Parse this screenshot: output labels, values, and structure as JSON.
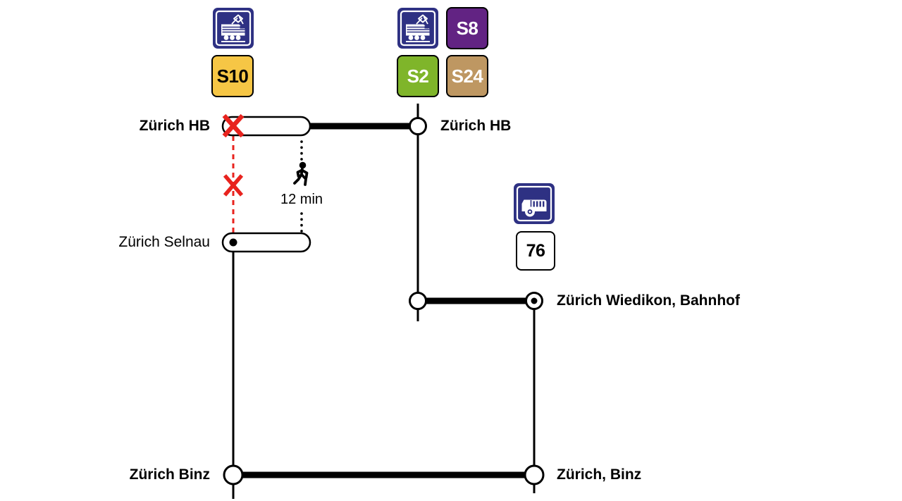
{
  "stations": {
    "hb_left": "Zürich HB",
    "hb_right": "Zürich HB",
    "selnau": "Zürich Selnau",
    "wiedikon": "Zürich Wiedikon, Bahnhof",
    "binz_rail": "Zürich Binz",
    "binz_bus": "Zürich, Binz"
  },
  "legend": {
    "s10": {
      "label": "S10",
      "bg": "#F6C645",
      "fg": "#000000"
    },
    "s8": {
      "label": "S8",
      "bg": "#622383",
      "fg": "#FFFFFF"
    },
    "s2": {
      "label": "S2",
      "bg": "#7FB52A",
      "fg": "#FFFFFF"
    },
    "s24": {
      "label": "S24",
      "bg": "#BE9762",
      "fg": "#FFFFFF"
    },
    "bus76": {
      "label": "76",
      "bg": "#FFFFFF",
      "fg": "#000000"
    }
  },
  "walk": {
    "duration": "12 min"
  },
  "disruption": {
    "color": "#E8231E"
  },
  "icon_colors": {
    "sign_blue": "#2E3183",
    "glyph_white": "#FFFFFF",
    "line_black": "#000000"
  },
  "icons": {
    "train": "train-sign-icon",
    "bus": "bus-sign-icon",
    "walk": "walking-person-icon",
    "cancelled": "red-x-icon"
  }
}
